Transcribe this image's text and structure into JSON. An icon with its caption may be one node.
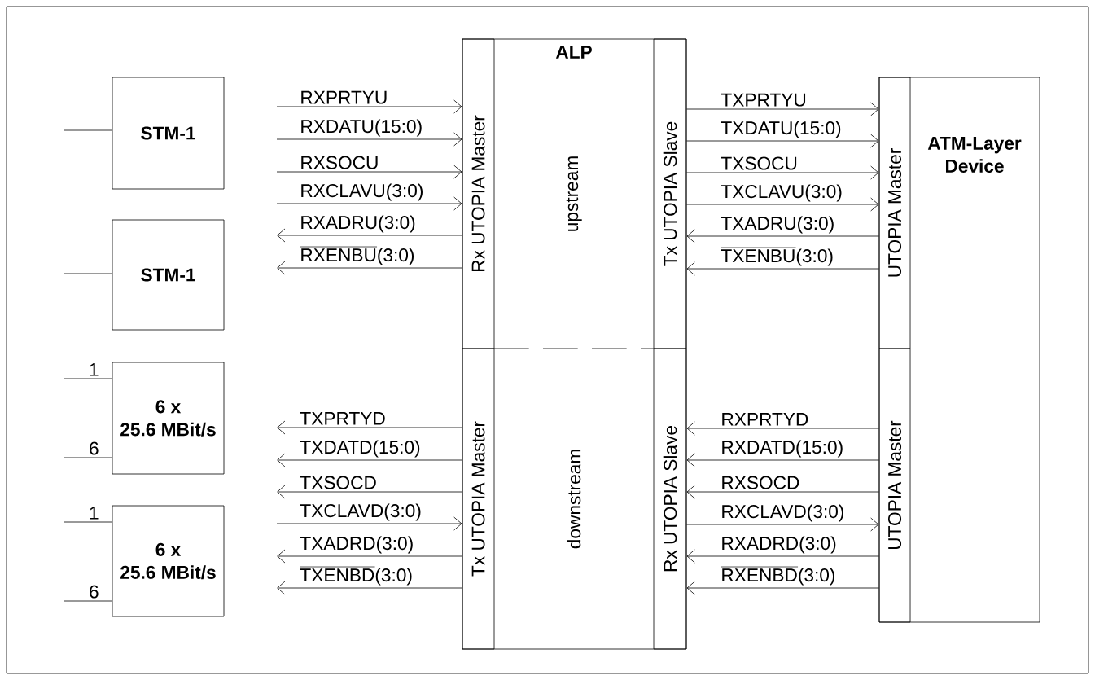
{
  "diagram": {
    "nodes": [
      {
        "text": [
          "STM-1"
        ]
      },
      {
        "text": [
          "STM-1"
        ]
      },
      {
        "text": [
          "6 x",
          "25.6 MBit/s"
        ]
      },
      {
        "text": [
          "6 x",
          "25.6 MBit/s"
        ]
      },
      {
        "text": [
          "ALP"
        ]
      },
      {
        "text": [
          "Rx UTOPIA Master"
        ],
        "in": 4
      },
      {
        "text": [
          "upstream"
        ],
        "in": 4
      },
      {
        "text": [
          "Tx UTOPIA Slave"
        ],
        "in": 4
      },
      {
        "text": [
          "Tx UTOPIA Master"
        ],
        "in": 4
      },
      {
        "text": [
          "downstream"
        ],
        "in": 4
      },
      {
        "text": [
          "Rx UTOPIA Slave"
        ],
        "in": 4
      },
      {
        "text": [
          "ATM-Layer Device"
        ]
      },
      {
        "text": [
          "UTOPIA Master"
        ],
        "in": 11
      },
      {
        "text": [
          "UTOPIA Master"
        ],
        "in": 11
      }
    ],
    "edges": [
      {
        "from": null,
        "to": 0,
        "arrow": "none"
      },
      {
        "from": null,
        "to": 1,
        "arrow": "none"
      },
      {
        "from": null,
        "to": 2,
        "arrow": "none",
        "label": "1"
      },
      {
        "from": null,
        "to": 2,
        "arrow": "none",
        "label": "6"
      },
      {
        "from": null,
        "to": 3,
        "arrow": "none",
        "label": "1"
      },
      {
        "from": null,
        "to": 3,
        "arrow": "none",
        "label": "6"
      },
      {
        "from": null,
        "to": 5,
        "arrow": "to",
        "label": "RXPRTYU"
      },
      {
        "from": null,
        "to": 5,
        "arrow": "to",
        "label": "RXDATU(15:0)"
      },
      {
        "from": null,
        "to": 5,
        "arrow": "to",
        "label": "RXSOCU"
      },
      {
        "from": null,
        "to": 5,
        "arrow": "to",
        "label": "RXCLAVU(3:0)"
      },
      {
        "from": 5,
        "to": null,
        "arrow": "to",
        "label": "RXADRU(3:0)"
      },
      {
        "from": 5,
        "to": null,
        "arrow": "to",
        "label": "RXENBU(3:0)"
      },
      {
        "from": 8,
        "to": null,
        "arrow": "to",
        "label": "TXPRTYD"
      },
      {
        "from": 8,
        "to": null,
        "arrow": "to",
        "label": "TXDATD(15:0)"
      },
      {
        "from": 8,
        "to": null,
        "arrow": "to",
        "label": "TXSOCD"
      },
      {
        "from": null,
        "to": 8,
        "arrow": "to",
        "label": "TXCLAVD(3:0)"
      },
      {
        "from": 8,
        "to": null,
        "arrow": "to",
        "label": "TXADRD(3:0)"
      },
      {
        "from": 8,
        "to": null,
        "arrow": "to",
        "label": "TXENBD(3:0)"
      },
      {
        "from": 7,
        "to": 12,
        "arrow": "to",
        "label": "TXPRTYU"
      },
      {
        "from": 7,
        "to": 12,
        "arrow": "to",
        "label": "TXDATU(15:0)"
      },
      {
        "from": 7,
        "to": 12,
        "arrow": "to",
        "label": "TXSOCU"
      },
      {
        "from": 7,
        "to": 12,
        "arrow": "to",
        "label": "TXCLAVU(3:0)"
      },
      {
        "from": 12,
        "to": 7,
        "arrow": "to",
        "label": "TXADRU(3:0)"
      },
      {
        "from": 12,
        "to": 7,
        "arrow": "to",
        "label": "TXENBU(3:0)"
      },
      {
        "from": 13,
        "to": 10,
        "arrow": "to",
        "label": "RXPRTYD"
      },
      {
        "from": 13,
        "to": 10,
        "arrow": "to",
        "label": "RXDATD(15:0)"
      },
      {
        "from": 13,
        "to": 10,
        "arrow": "to",
        "label": "RXSOCD"
      },
      {
        "from": 10,
        "to": 13,
        "arrow": "to",
        "label": "RXCLAVD(3:0)"
      },
      {
        "from": 13,
        "to": 10,
        "arrow": "to",
        "label": "RXADRD(3:0)"
      },
      {
        "from": 13,
        "to": 10,
        "arrow": "to",
        "label": "RXENBD(3:0)"
      }
    ]
  }
}
